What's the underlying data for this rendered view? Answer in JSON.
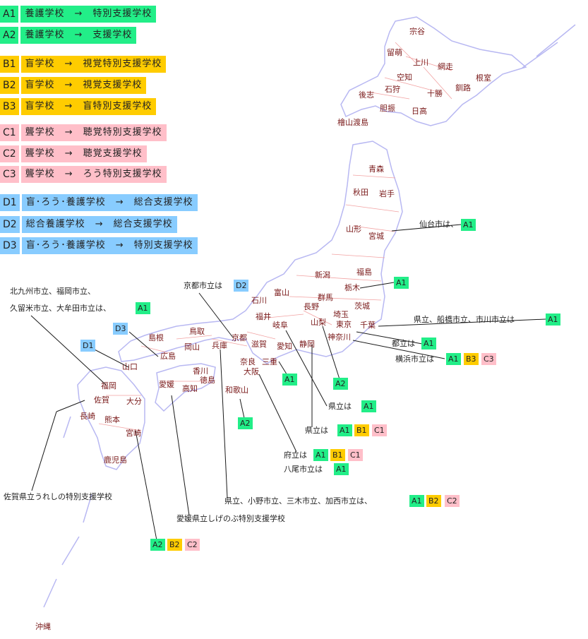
{
  "colors": {
    "A": "#22ee88",
    "B": "#ffcc00",
    "C": "#ffbfc9",
    "D": "#88ccff",
    "coast": "#b8b8f2",
    "border": "#f2a2a2",
    "label": "#7a1a1a"
  },
  "legend": [
    {
      "code": "A1",
      "text": "養護学校　→　特別支援学校",
      "cls": "A"
    },
    {
      "code": "A2",
      "text": "養護学校　→　支援学校",
      "cls": "A"
    },
    {
      "code": "B1",
      "text": "盲学校　→　視覚特別支援学校",
      "cls": "B"
    },
    {
      "code": "B2",
      "text": "盲学校　→　視覚支援学校",
      "cls": "B"
    },
    {
      "code": "B3",
      "text": "盲学校　→　盲特別支援学校",
      "cls": "B"
    },
    {
      "code": "C1",
      "text": "聾学校　→　聴覚特別支援学校",
      "cls": "C"
    },
    {
      "code": "C2",
      "text": "聾学校　→　聴覚支援学校",
      "cls": "C"
    },
    {
      "code": "C3",
      "text": "聾学校　→　ろう特別支援学校",
      "cls": "C"
    },
    {
      "code": "D1",
      "text": "盲･ろう･養護学校　→　総合支援学校",
      "cls": "D"
    },
    {
      "code": "D2",
      "text": "総合養護学校　→　総合支援学校",
      "cls": "D"
    },
    {
      "code": "D3",
      "text": "盲･ろう･養護学校　→　特別支援学校",
      "cls": "D"
    }
  ],
  "places": [
    "宗谷",
    "留萌",
    "上川",
    "網走",
    "空知",
    "石狩",
    "根室",
    "後志",
    "十勝",
    "釧路",
    "胆振",
    "日高",
    "檜山渡島",
    "青森",
    "秋田",
    "岩手",
    "山形",
    "宮城",
    "新潟",
    "福島",
    "富山",
    "石川",
    "栃木",
    "群馬",
    "茨城",
    "長野",
    "埼玉",
    "福井",
    "岐阜",
    "山梨",
    "東京",
    "千葉",
    "神奈川",
    "静岡",
    "愛知",
    "三重",
    "滋賀",
    "京都",
    "奈良",
    "大阪",
    "和歌山",
    "兵庫",
    "鳥取",
    "島根",
    "岡山",
    "広島",
    "山口",
    "香川",
    "徳島",
    "愛媛",
    "高知",
    "福岡",
    "佐賀",
    "長崎",
    "大分",
    "熊本",
    "宮崎",
    "鹿児島",
    "沖縄"
  ],
  "notes": {
    "sendai": "仙台市は、",
    "kyoto_city": "京都市立は",
    "kitakyushu_1": "北九州市立、福岡市立、",
    "kitakyushu_2": "久留米市立、大牟田市立は、",
    "chiba": "県立、船橋市立、市川市立は",
    "tokyo": "都立は",
    "yokohama": "横浜市立は",
    "yamanashi": "県立は",
    "shizuoka": "県立は",
    "osaka_pref": "府立は",
    "yao": "八尾市立は",
    "hyogo": "県立、小野市立、三木市立、加西市立は、",
    "saga": "佐賀県立うれしの特別支援学校",
    "ehime": "愛媛県立しげのぶ特別支援学校"
  },
  "badges": {
    "sendai": [
      "A1"
    ],
    "tochigi": [
      "A1"
    ],
    "kyoto_city": [
      "D2"
    ],
    "kitakyushu": [
      "A1"
    ],
    "chiba": [
      "A1"
    ],
    "tokyo": [
      "A1"
    ],
    "yokohama": [
      "A1",
      "B3",
      "C3"
    ],
    "shiga": [
      "A1"
    ],
    "kanagawa_a2": [
      "A2"
    ],
    "yamanashi": [
      "A1"
    ],
    "shizuoka": [
      "A1",
      "B1",
      "C1"
    ],
    "wakayama": [
      "A2"
    ],
    "osaka_pref": [
      "A1",
      "B1",
      "C1"
    ],
    "yao": [
      "A1"
    ],
    "hyogo": [
      "A1",
      "B2",
      "C2"
    ],
    "miyazaki": [
      "A2",
      "B2",
      "C2"
    ],
    "yamaguchi": [
      "D1"
    ],
    "shimane": [
      "D3"
    ]
  }
}
